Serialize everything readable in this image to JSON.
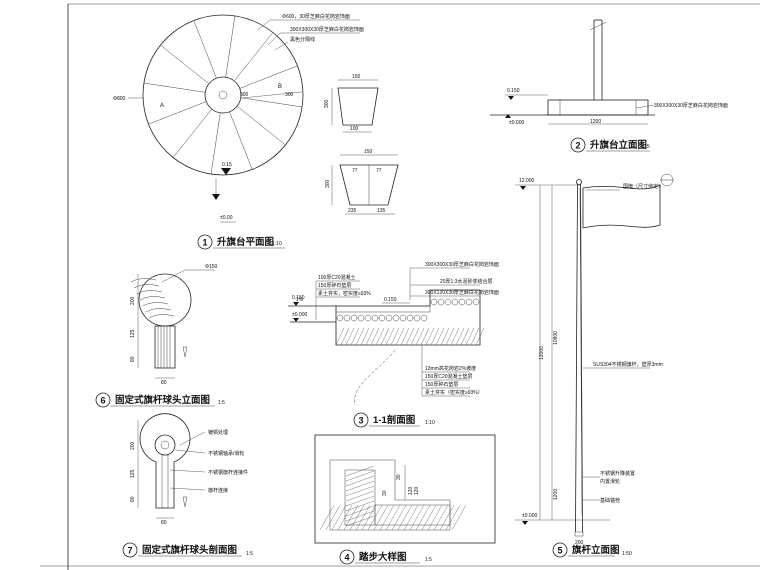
{
  "views": {
    "v1": {
      "num": "1",
      "title": "升旗台平面图",
      "scale": "1:10",
      "labels": [
        "Φ600，30厚芝麻白花岗岩饰面",
        "300X300X30厚芝麻白花岗岩饰面",
        "黑色分隔线",
        "Φ800",
        "A",
        "B",
        "300",
        "300",
        "0.15",
        "±0.00"
      ]
    },
    "v2": {
      "num": "2",
      "title": "升旗台立面图",
      "scale": "1:15",
      "labels": [
        "0.150",
        "±0.000",
        "300X300X30厚芝麻白花岗岩饰面",
        "1200"
      ]
    },
    "v3": {
      "num": "3",
      "title": "1-1剖面图",
      "scale": "1:10",
      "labels": [
        "100厚C20混凝土",
        "150厚碎石垫层",
        "素土夯实，密实度≥93%",
        "1%",
        "0.150",
        "±0.000",
        "0.150",
        "300X300X30厚芝麻白花岗岩饰面",
        "20厚1:3水泥砂浆结合层",
        "300X120X30厚芝麻白花岗岩饰面",
        "13mm高花岗岩2%坡度",
        "150厚C20混凝土垫层",
        "150厚碎石垫层",
        "素土夯实（密实度≥93%）"
      ]
    },
    "v4": {
      "num": "4",
      "title": "踏步大样图",
      "scale": "1:5",
      "labels": [
        "30",
        "30",
        "120",
        "120"
      ]
    },
    "v5": {
      "num": "5",
      "title": "旗杆立面图",
      "scale": "1:50",
      "labels": [
        "12.000",
        "国旗（尺寸待定）",
        "SUS304不锈钢旗杆，壁厚3mm",
        "12000",
        "10800",
        "1200",
        "±0.000",
        "不锈钢升降装置",
        "内置滑轮",
        "基础锚栓",
        "200"
      ]
    },
    "v6": {
      "num": "6",
      "title": "固定式旗杆球头立面图",
      "scale": "1:5",
      "labels": [
        "Φ150",
        "200",
        "125",
        "80",
        "80"
      ]
    },
    "v7": {
      "num": "7",
      "title": "固定式旗杆球头剖面图",
      "scale": "1:5",
      "labels": [
        "镀铜处理",
        "不锈钢轴承/滑轮",
        "不锈钢旗杆连接件",
        "旗杆连接",
        "200",
        "125",
        "80",
        "80"
      ]
    }
  }
}
